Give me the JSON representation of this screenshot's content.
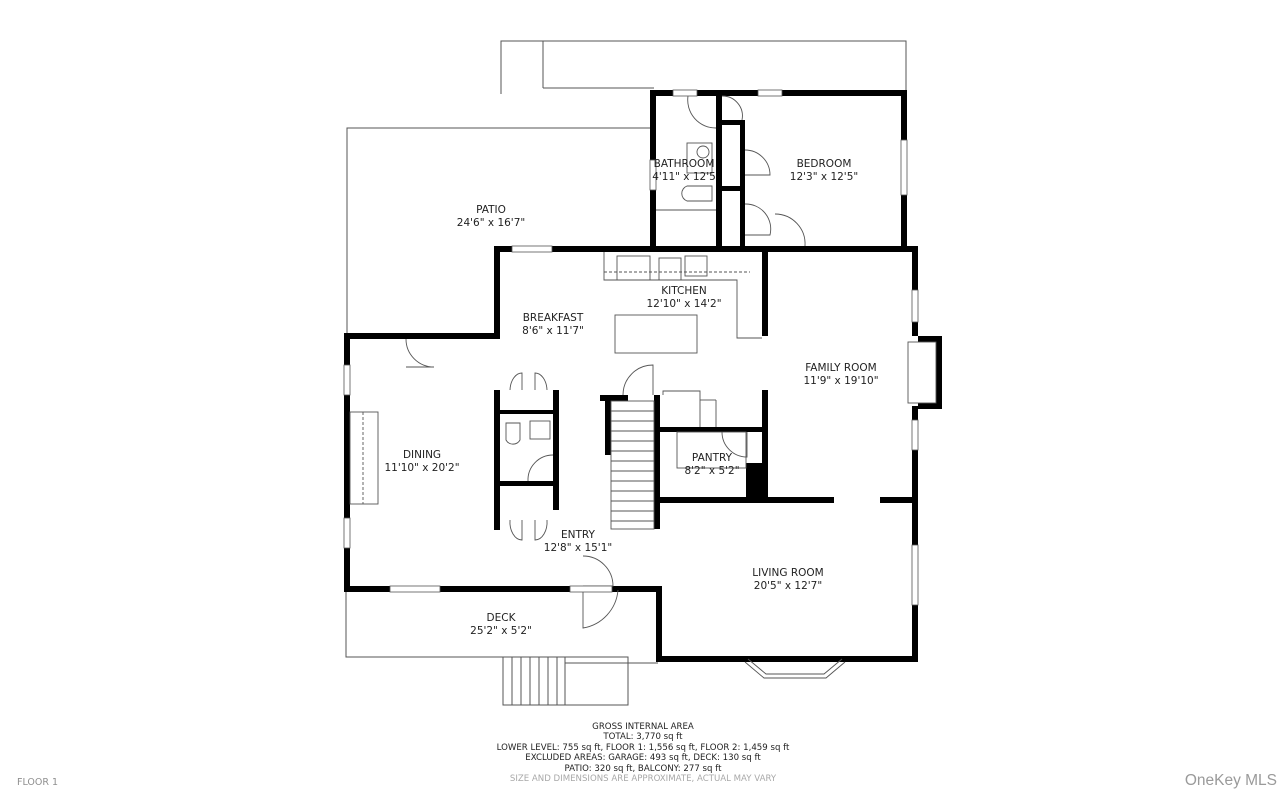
{
  "rooms": {
    "patio": {
      "name": "PATIO",
      "dims": "24'6\" x 16'7\""
    },
    "bathroom": {
      "name": "BATHROOM",
      "dims": "4'11\" x 12'5"
    },
    "bedroom": {
      "name": "BEDROOM",
      "dims": "12'3\" x 12'5\""
    },
    "breakfast": {
      "name": "BREAKFAST",
      "dims": "8'6\" x 11'7\""
    },
    "kitchen": {
      "name": "KITCHEN",
      "dims": "12'10\" x 14'2\""
    },
    "family_room": {
      "name": "FAMILY ROOM",
      "dims": "11'9\" x 19'10\""
    },
    "dining": {
      "name": "DINING",
      "dims": "11'10\" x 20'2\""
    },
    "pantry": {
      "name": "PANTRY",
      "dims": "8'2\" x 5'2\""
    },
    "entry": {
      "name": "ENTRY",
      "dims": "12'8\" x 15'1\""
    },
    "living_room": {
      "name": "LIVING ROOM",
      "dims": "20'5\" x 12'7\""
    },
    "deck": {
      "name": "DECK",
      "dims": "25'2\" x 5'2\""
    }
  },
  "summary": {
    "heading": "GROSS INTERNAL AREA",
    "total": "TOTAL: 3,770 sq ft",
    "levels": "LOWER LEVEL: 755 sq ft, FLOOR 1: 1,556 sq ft, FLOOR 2: 1,459 sq ft",
    "excluded": "EXCLUDED AREAS: GARAGE: 493 sq ft, DECK: 130 sq ft",
    "outdoor": "PATIO: 320 sq ft, BALCONY: 277 sq ft",
    "disclaimer": "SIZE AND DIMENSIONS ARE APPROXIMATE, ACTUAL MAY VARY"
  },
  "floor_label": "FLOOR 1",
  "brand": "OneKey MLS",
  "colors": {
    "wall": "#000000",
    "thin_line": "#555555",
    "background": "#ffffff"
  }
}
